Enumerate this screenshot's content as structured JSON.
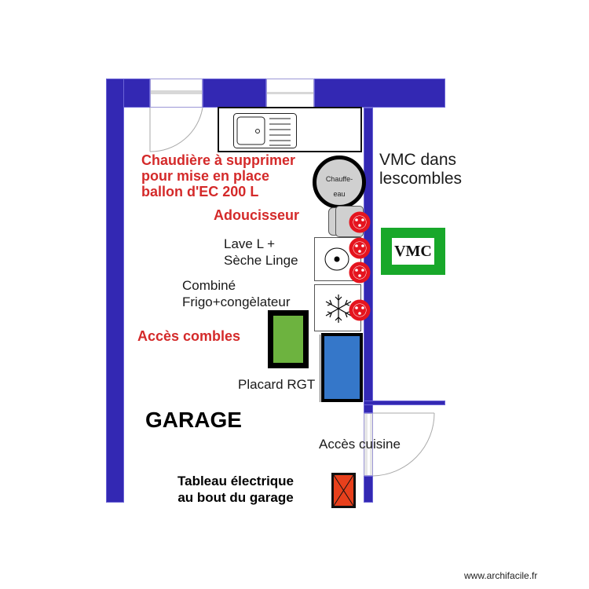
{
  "plan": {
    "room_name": "GARAGE",
    "colors": {
      "wall": "#3328b3",
      "annotation_red": "#d42a2a",
      "vmc_green": "#18a82a",
      "trap_green": "#6db33f",
      "placard_blue": "#3577c9",
      "tableau_red": "#e8401c",
      "appliance_gray": "#d0d0d0",
      "outlet_red": "#e5141e"
    }
  },
  "labels": {
    "chaudiere": "Chaudière à supprimer\npour mise en place\nballon d'EC 200 L",
    "adoucisseur": "Adoucisseur",
    "lave_linge": "Lave L +\nSèche Linge",
    "combine": "Combiné\nFrigo+congèlateur",
    "acces_combles": "Accès combles",
    "placard": "Placard RGT",
    "garage": "GARAGE",
    "acces_cuisine": "Accès cuisine",
    "tableau": "Tableau électrique\nau bout du garage",
    "vmc_note": "VMC dans\nlescombles",
    "vmc_box": "VMC",
    "chauffe_eau": "Chauffe-\neau"
  },
  "footer": {
    "watermark": "www.archifacile.fr"
  }
}
